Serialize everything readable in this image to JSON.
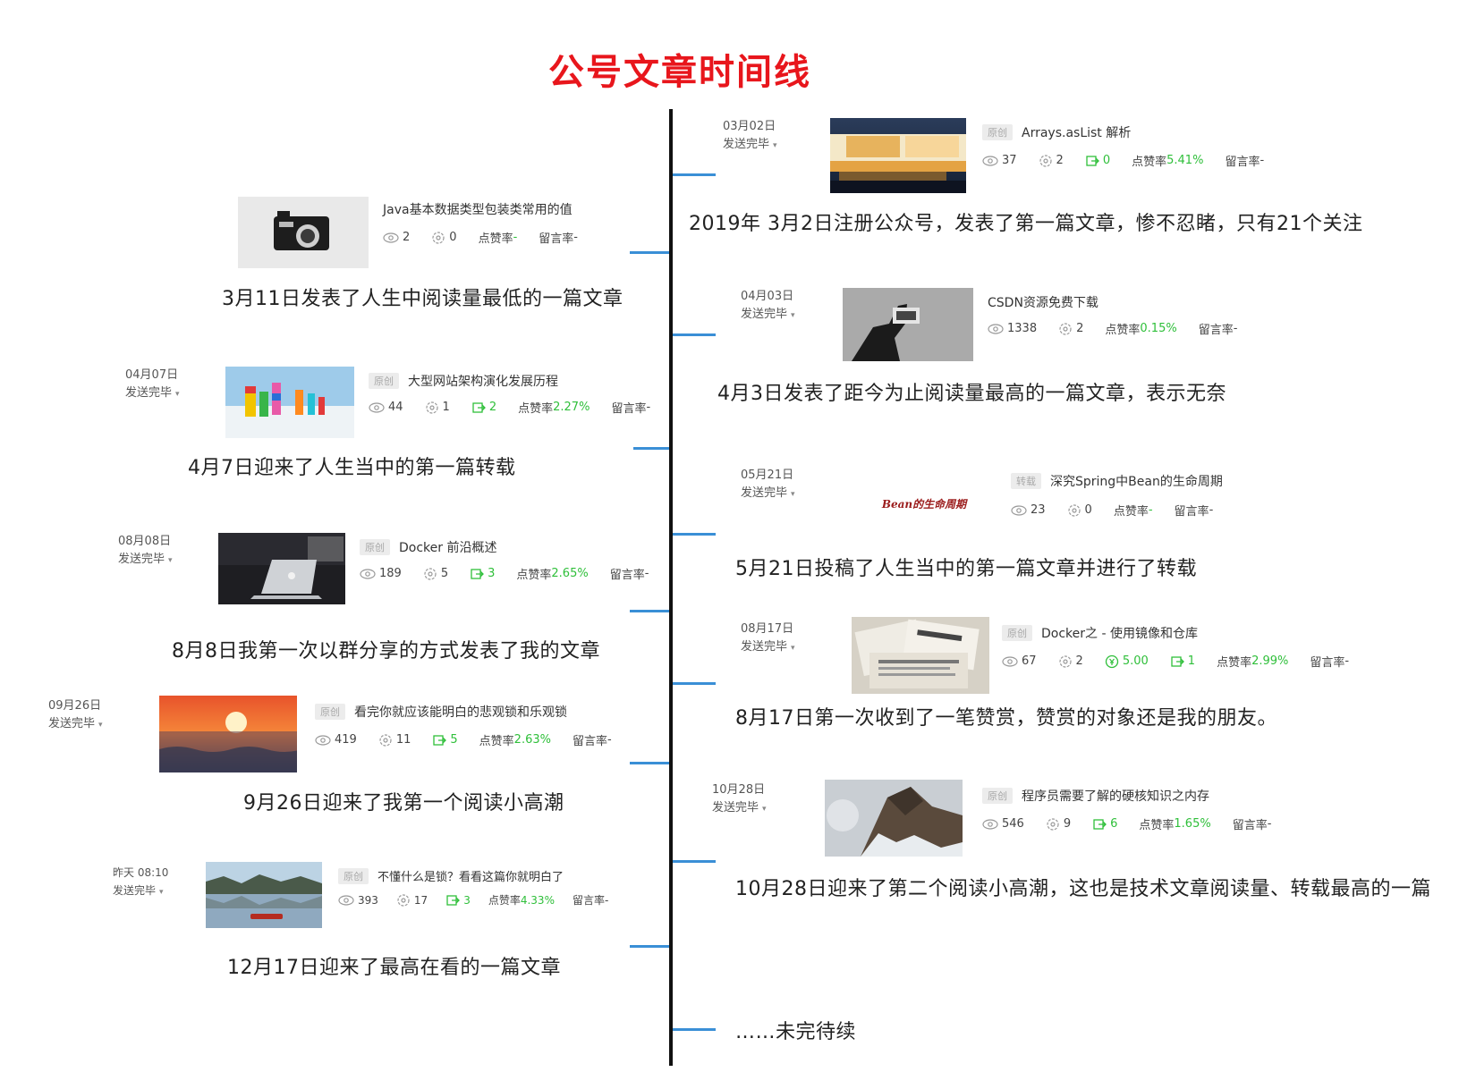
{
  "title": "公号文章时间线",
  "status_label": "发送完毕",
  "original_badge": "原创",
  "repost_badge": "转载",
  "like_rate_label": "点赞率",
  "comment_rate_label": "留言率",
  "dash": "-",
  "colors": {
    "title": "#e8161c",
    "axis": "#111111",
    "tick": "#3a8fd6",
    "accent_green": "#2fbf3a"
  },
  "entries": [
    {
      "date": "03月02日",
      "badge": "原创",
      "article_title": "Arrays.asList 解析",
      "views": "37",
      "shares": "2",
      "forwards": "0",
      "like_rate": "5.41%",
      "comment_rate": "-",
      "note": "2019年 3月2日注册公众号，发表了第一篇文章，惨不忍睹，只有21个关注"
    },
    {
      "date": "",
      "badge": "",
      "article_title": "Java基本数据类型包装类常用的值",
      "views": "2",
      "shares": "0",
      "like_rate": "-",
      "comment_rate": "-",
      "note": "3月11日发表了人生中阅读量最低的一篇文章"
    },
    {
      "date": "04月03日",
      "badge": "",
      "article_title": "CSDN资源免费下载",
      "views": "1338",
      "shares": "2",
      "like_rate": "0.15%",
      "comment_rate": "-",
      "note": "4月3日发表了距今为止阅读量最高的一篇文章，表示无奈"
    },
    {
      "date": "04月07日",
      "badge": "原创",
      "article_title": "大型网站架构演化发展历程",
      "views": "44",
      "shares": "1",
      "forwards": "2",
      "like_rate": "2.27%",
      "comment_rate": "-",
      "note": "4月7日迎来了人生当中的第一篇转载"
    },
    {
      "date": "05月21日",
      "badge": "转载",
      "article_title": "深究Spring中Bean的生命周期",
      "thumb_text": "Bean的生命周期",
      "views": "23",
      "shares": "0",
      "like_rate": "-",
      "comment_rate": "-",
      "note": "5月21日投稿了人生当中的第一篇文章并进行了转载"
    },
    {
      "date": "08月08日",
      "badge": "原创",
      "article_title": "Docker 前沿概述",
      "views": "189",
      "shares": "5",
      "forwards": "3",
      "like_rate": "2.65%",
      "comment_rate": "-",
      "note": "8月8日我第一次以群分享的方式发表了我的文章"
    },
    {
      "date": "08月17日",
      "badge": "原创",
      "article_title": "Docker之 - 使用镜像和仓库",
      "views": "67",
      "shares": "2",
      "reward": "5.00",
      "forwards": "1",
      "like_rate": "2.99%",
      "comment_rate": "-",
      "note": "8月17日第一次收到了一笔赞赏，赞赏的对象还是我的朋友。"
    },
    {
      "date": "09月26日",
      "badge": "原创",
      "article_title": "看完你就应该能明白的悲观锁和乐观锁",
      "views": "419",
      "shares": "11",
      "forwards": "5",
      "like_rate": "2.63%",
      "comment_rate": "-",
      "note": "9月26日迎来了我第一个阅读小高潮"
    },
    {
      "date": "10月28日",
      "badge": "原创",
      "article_title": "程序员需要了解的硬核知识之内存",
      "views": "546",
      "shares": "9",
      "forwards": "6",
      "like_rate": "1.65%",
      "comment_rate": "-",
      "note": "10月28日迎来了第二个阅读小高潮，这也是技术文章阅读量、转载最高的一篇"
    },
    {
      "date": "昨天 08:10",
      "badge": "原创",
      "article_title": "不懂什么是锁？看看这篇你就明白了",
      "views": "393",
      "shares": "17",
      "forwards": "3",
      "like_rate": "4.33%",
      "comment_rate": "-",
      "note": "12月17日迎来了最高在看的一篇文章"
    }
  ],
  "ending": "……未完待续"
}
